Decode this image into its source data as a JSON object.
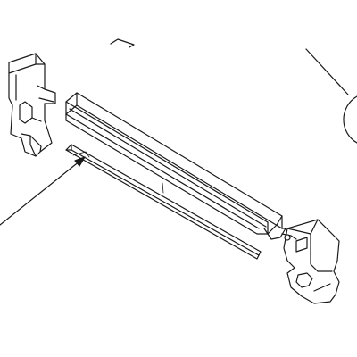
{
  "diagram": {
    "parts": [
      {
        "name": "left-end-bracket"
      },
      {
        "name": "rail-bar"
      },
      {
        "name": "trim-strip"
      },
      {
        "name": "right-end-bracket"
      },
      {
        "name": "leader-line"
      },
      {
        "name": "partial-circle-callout"
      }
    ]
  }
}
